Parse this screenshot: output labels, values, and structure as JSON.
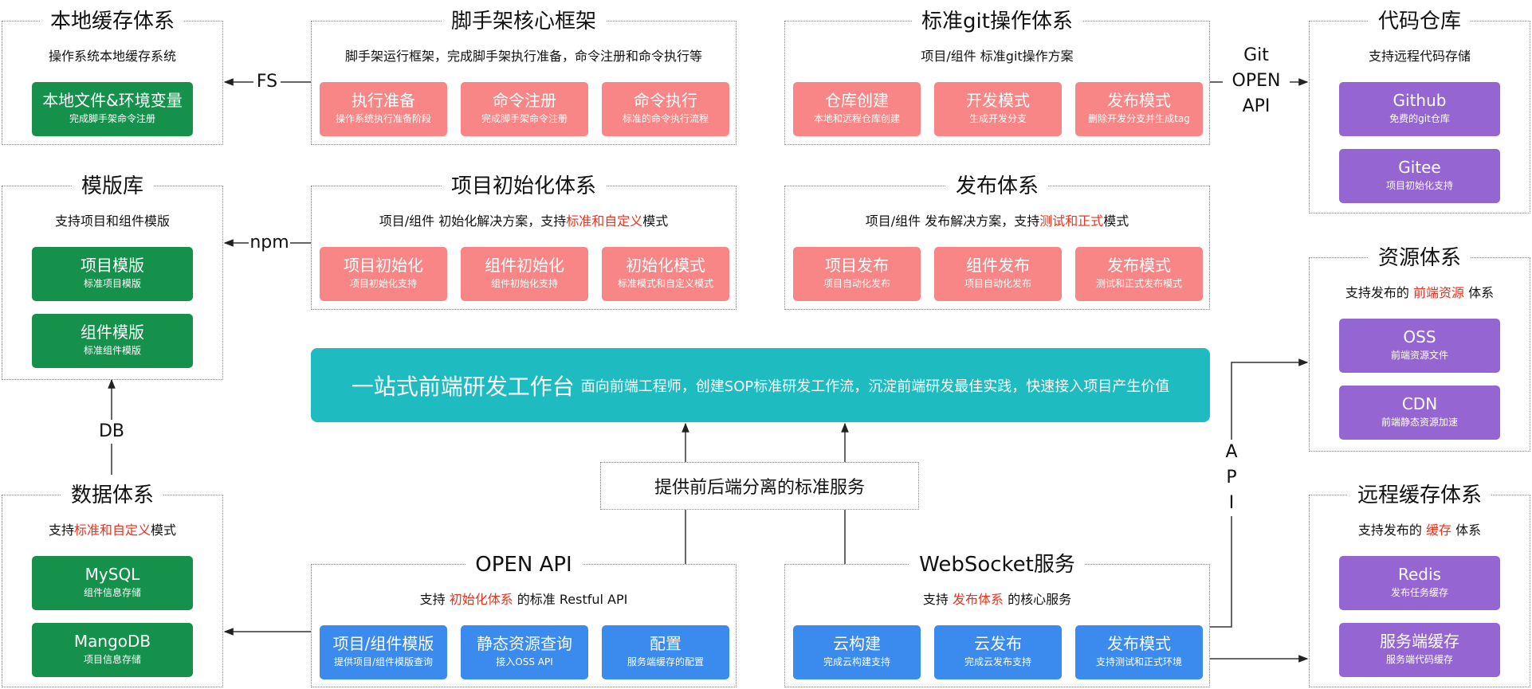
{
  "local_cache": {
    "title": "本地缓存体系",
    "subtitle": "操作系统本地缓存系统",
    "cards": [
      {
        "main": "本地文件&环境变量",
        "sub": "完成脚手架命令注册"
      }
    ]
  },
  "template_lib": {
    "title": "模版库",
    "subtitle": "支持项目和组件模版",
    "cards": [
      {
        "main": "项目模版",
        "sub": "标准项目模版"
      },
      {
        "main": "组件模版",
        "sub": "标准组件模版"
      }
    ]
  },
  "data_system": {
    "title": "数据体系",
    "subtitle_pre": "支持",
    "subtitle_red": "标准和自定义",
    "subtitle_post": "模式",
    "cards": [
      {
        "main": "MySQL",
        "sub": "组件信息存储"
      },
      {
        "main": "MangoDB",
        "sub": "项目信息存储"
      }
    ]
  },
  "scaffold": {
    "title": "脚手架核心框架",
    "subtitle": "脚手架运行框架，完成脚手架执行准备，命令注册和命令执行等",
    "cards": [
      {
        "main": "执行准备",
        "sub": "操作系统执行准备阶段"
      },
      {
        "main": "命令注册",
        "sub": "完成脚手架命令注册"
      },
      {
        "main": "命令执行",
        "sub": "标准的命令执行流程"
      }
    ]
  },
  "git_ops": {
    "title": "标准git操作体系",
    "subtitle": "项目/组件 标准git操作方案",
    "cards": [
      {
        "main": "仓库创建",
        "sub": "本地和远程仓库创建"
      },
      {
        "main": "开发模式",
        "sub": "生成开发分支"
      },
      {
        "main": "发布模式",
        "sub": "删除开发分支并生成tag"
      }
    ]
  },
  "project_init": {
    "title": "项目初始化体系",
    "subtitle_pre": "项目/组件 初始化解决方案，支持",
    "subtitle_red": "标准和自定义",
    "subtitle_post": "模式",
    "cards": [
      {
        "main": "项目初始化",
        "sub": "项目初始化支持"
      },
      {
        "main": "组件初始化",
        "sub": "组件初始化支持"
      },
      {
        "main": "初始化模式",
        "sub": "标准模式和自定义模式"
      }
    ]
  },
  "publish": {
    "title": "发布体系",
    "subtitle_pre": "项目/组件 发布解决方案，支持",
    "subtitle_red": "测试和正式",
    "subtitle_post": "模式",
    "cards": [
      {
        "main": "项目发布",
        "sub": "项目自动化发布"
      },
      {
        "main": "组件发布",
        "sub": "项目自动化发布"
      },
      {
        "main": "发布模式",
        "sub": "测试和正式发布模式"
      }
    ]
  },
  "code_repo": {
    "title": "代码仓库",
    "subtitle": "支持远程代码存储",
    "cards": [
      {
        "main": "Github",
        "sub": "免费的git仓库"
      },
      {
        "main": "Gitee",
        "sub": "项目初始化支持"
      }
    ]
  },
  "resources": {
    "title": "资源体系",
    "subtitle_pre": "支持发布的 ",
    "subtitle_red": "前端资源",
    "subtitle_post": " 体系",
    "cards": [
      {
        "main": "OSS",
        "sub": "前端资源文件"
      },
      {
        "main": "CDN",
        "sub": "前端静态资源加速"
      }
    ]
  },
  "remote_cache": {
    "title": "远程缓存体系",
    "subtitle_pre": "支持发布的 ",
    "subtitle_red": "缓存",
    "subtitle_post": " 体系",
    "cards": [
      {
        "main": "Redis",
        "sub": "发布任务缓存"
      },
      {
        "main": "服务端缓存",
        "sub": "服务端代码缓存"
      }
    ]
  },
  "open_api": {
    "title": "OPEN API",
    "subtitle_pre": "支持 ",
    "subtitle_red": "初始化体系",
    "subtitle_post": " 的标准 Restful API",
    "cards": [
      {
        "main": "项目/组件模版",
        "sub": "提供项目/组件模版查询"
      },
      {
        "main": "静态资源查询",
        "sub": "接入OSS API"
      },
      {
        "main": "配置",
        "sub": "服务端缓存的配置"
      }
    ]
  },
  "websocket": {
    "title": "WebSocket服务",
    "subtitle_pre": "支持 ",
    "subtitle_red": "发布体系",
    "subtitle_post": " 的核心服务",
    "cards": [
      {
        "main": "云构建",
        "sub": "完成云构建支持"
      },
      {
        "main": "云发布",
        "sub": "完成云发布支持"
      },
      {
        "main": "发布模式",
        "sub": "支持测试和正式环境"
      }
    ]
  },
  "banner": {
    "main": "一站式前端研发工作台",
    "sub": "面向前端工程师，创建SOP标准研发工作流，沉淀前端研发最佳实践，快速接入项目产生价值"
  },
  "service": {
    "label": "提供前后端分离的标准服务"
  },
  "labels": {
    "fs": "FS",
    "npm": "npm",
    "db": "DB",
    "git_line1": "Git",
    "git_line2": "OPEN",
    "git_line3": "API",
    "api_a": "A",
    "api_p": "P",
    "api_i": "I"
  },
  "colors": {
    "card_pink": "#f98686",
    "card_green": "#16914c",
    "card_purple": "#9566d2",
    "card_blue": "#3b8aed",
    "banner": "#1ebcc1",
    "highlight": "#e8321e"
  }
}
